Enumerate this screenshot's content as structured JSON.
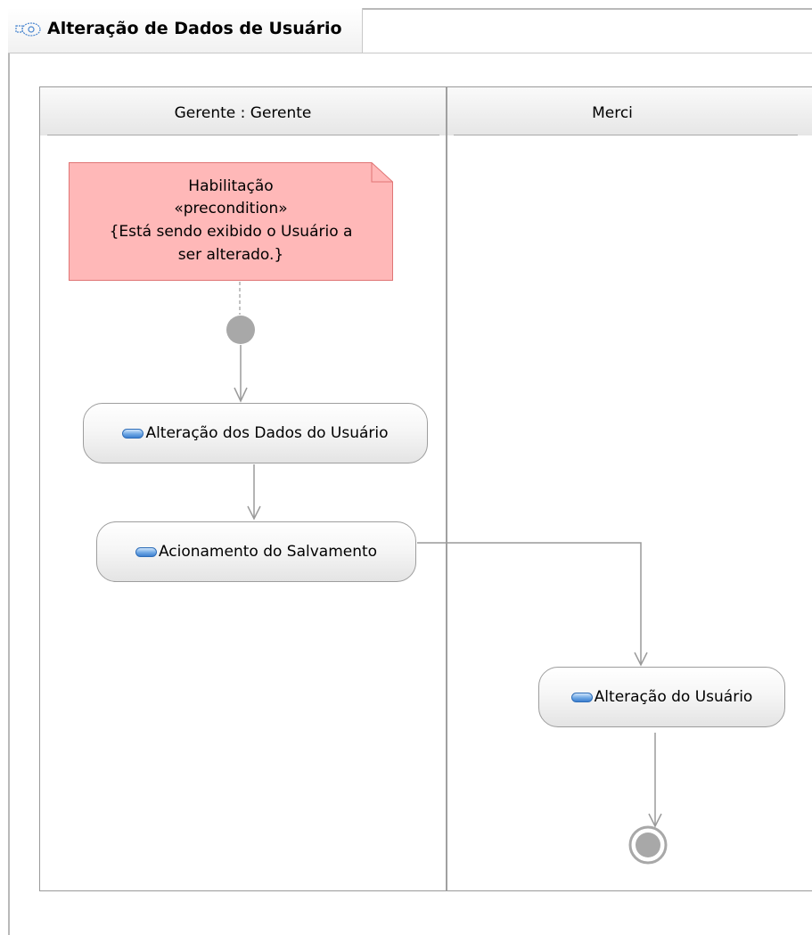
{
  "diagram": {
    "title": "Alteração de Dados de Usuário",
    "icon": "activity-diagram-icon"
  },
  "lanes": [
    {
      "name": "Gerente : Gerente"
    },
    {
      "name": "Merci"
    }
  ],
  "note": {
    "line1": "Habilitação",
    "line2": "«precondition»",
    "line3": "{Está sendo exibido o Usuário a",
    "line4": "ser alterado.}",
    "color": "#ffb8b8",
    "border_color": "#e07575"
  },
  "actions": [
    {
      "label": "Alteração dos Dados do Usuário",
      "lane": "Gerente : Gerente"
    },
    {
      "label": "Acionamento do Salvamento",
      "lane": "Gerente : Gerente"
    },
    {
      "label": "Alteração do Usuário",
      "lane": "Merci"
    }
  ],
  "nodes": {
    "initial": "initial-node",
    "final": "activity-final-node"
  },
  "colors": {
    "flow": "#9a9a9a",
    "node": "#a8a8a8",
    "action_icon": "#5b9be0"
  }
}
